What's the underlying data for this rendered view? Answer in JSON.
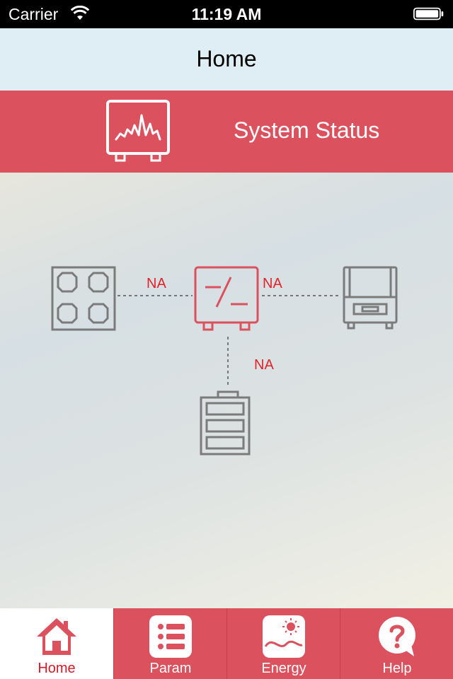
{
  "status_bar": {
    "carrier": "Carrier",
    "time": "11:19 AM"
  },
  "nav": {
    "title": "Home"
  },
  "header": {
    "label": "System Status",
    "icon": "monitor-waveform-icon",
    "color": "#db525e"
  },
  "diagram": {
    "pv_to_inverter": "NA",
    "inverter_to_grid": "NA",
    "inverter_to_battery": "NA",
    "label_color": "#e2232b"
  },
  "tabs": [
    {
      "label": "Home",
      "icon": "house-icon",
      "active": true
    },
    {
      "label": "Param",
      "icon": "list-icon",
      "active": false
    },
    {
      "label": "Energy",
      "icon": "sun-landscape-icon",
      "active": false
    },
    {
      "label": "Help",
      "icon": "question-bubble-icon",
      "active": false
    }
  ]
}
